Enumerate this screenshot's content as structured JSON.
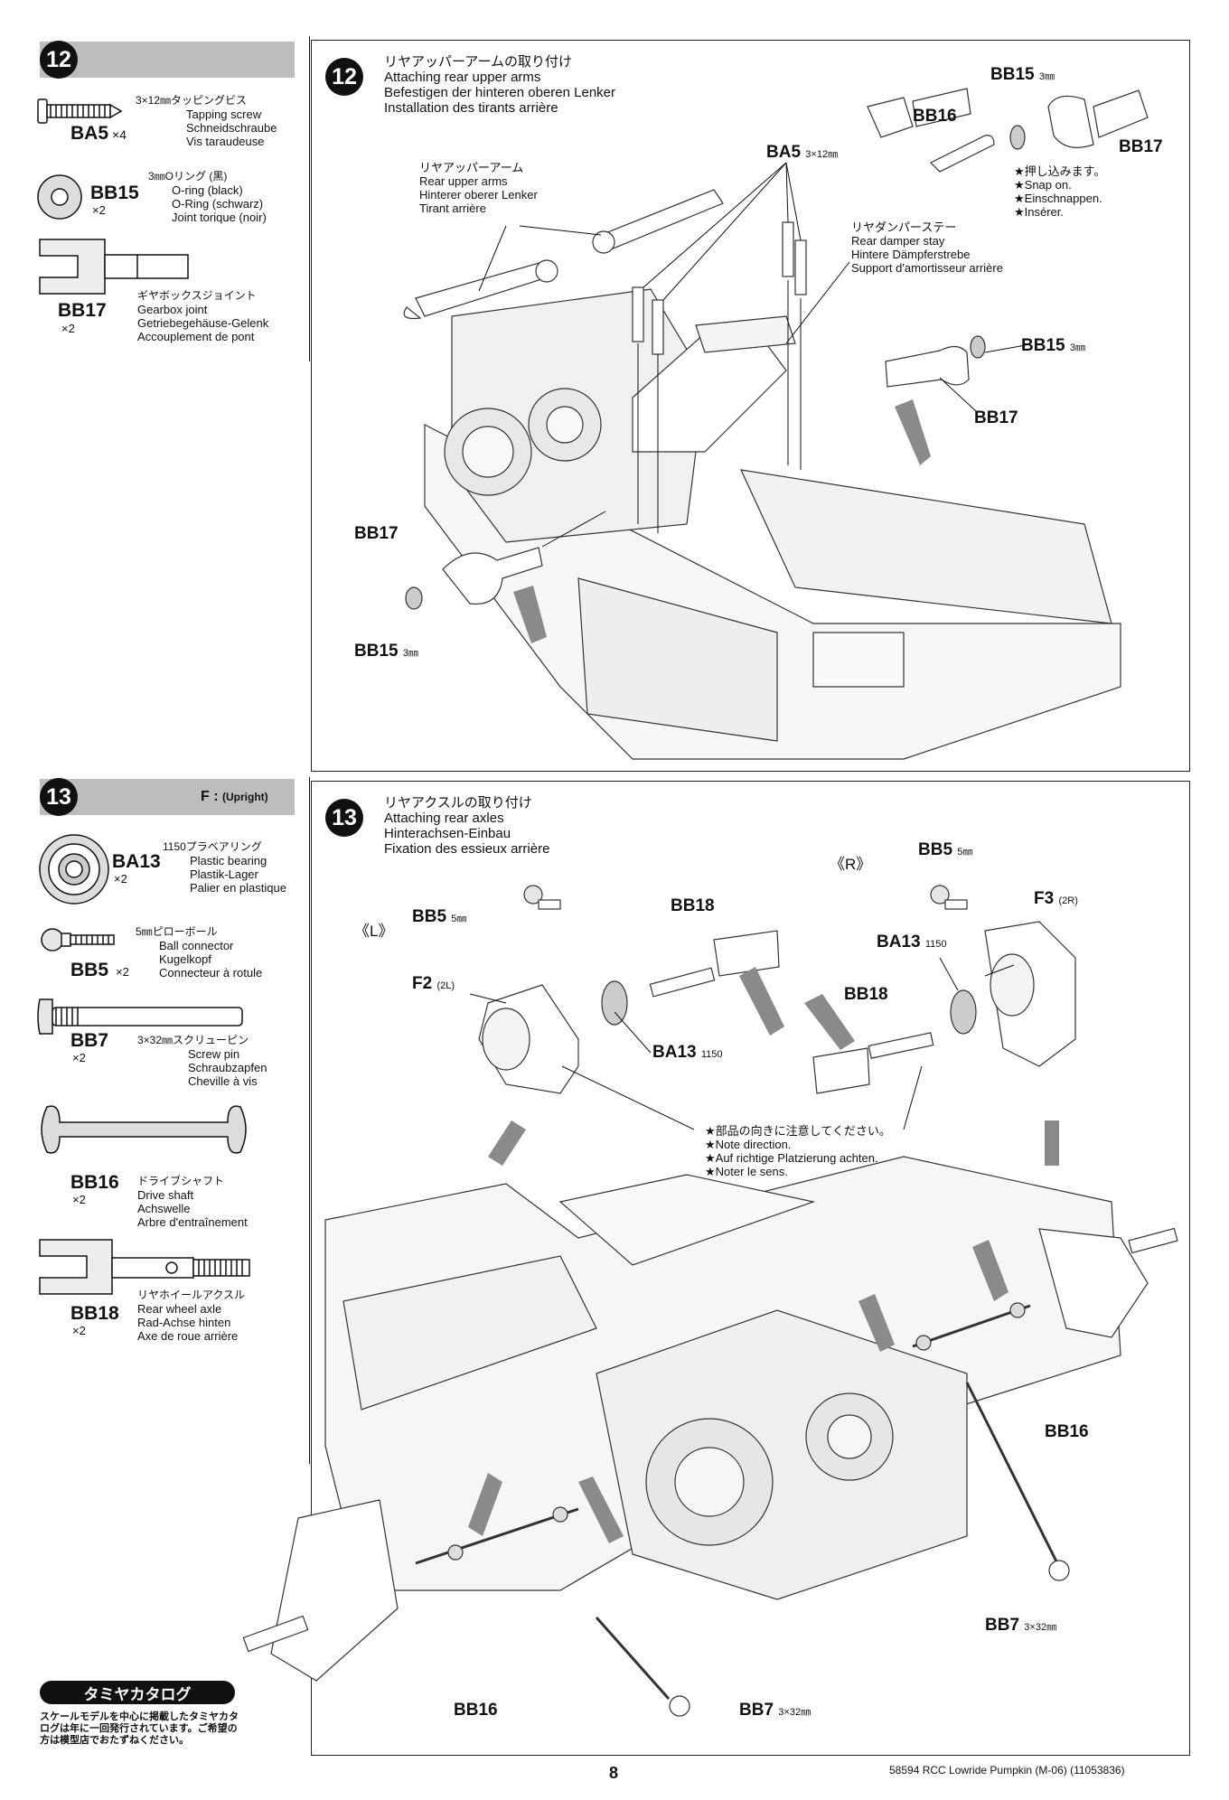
{
  "step12": {
    "number": "12",
    "parts": [
      {
        "code": "BA5",
        "qty": "×4",
        "lines": [
          "3×12㎜タッピングビス",
          "Tapping screw",
          "Schneidschraube",
          "Vis taraudeuse"
        ]
      },
      {
        "code": "BB15",
        "qty": "×2",
        "lines": [
          "3㎜Oリング (黒)",
          "O-ring (black)",
          "O-Ring (schwarz)",
          "Joint torique (noir)"
        ]
      },
      {
        "code": "BB17",
        "qty": "×2",
        "lines": [
          "ギヤボックスジョイント",
          "Gearbox joint",
          "Getriebegehäuse-Gelenk",
          "Accouplement de pont"
        ]
      }
    ],
    "title_jp": "リヤアッパーアームの取り付け",
    "title_en": "Attaching rear upper arms",
    "title_de": "Befestigen der hinteren oberen Lenker",
    "title_fr": "Installation des tirants arrière",
    "arms_label": [
      "リヤアッパーアーム",
      "Rear upper arms",
      "Hinterer oberer Lenker",
      "Tirant arrière"
    ],
    "stay_label": [
      "リヤダンパーステー",
      "Rear damper stay",
      "Hintere Dämpferstrebe",
      "Support d'amortisseur arrière"
    ],
    "snap_note": [
      "★押し込みます。",
      "★Snap on.",
      "★Einschnappen.",
      "★Insérer."
    ],
    "callouts": {
      "ba5": "BA5",
      "ba5_size": "3×12㎜",
      "bb15_top": "BB15",
      "bb15_top_size": "3㎜",
      "bb16": "BB16",
      "bb17_top": "BB17",
      "bb15_right": "BB15",
      "bb15_right_size": "3㎜",
      "bb17_right": "BB17",
      "bb17_left": "BB17",
      "bb15_left": "BB15",
      "bb15_left_size": "3㎜"
    }
  },
  "step13": {
    "number": "13",
    "head_label": "F",
    "head_sub": "(Upright)",
    "parts": [
      {
        "code": "BA13",
        "qty": "×2",
        "lines": [
          "1150プラベアリング",
          "Plastic bearing",
          "Plastik-Lager",
          "Palier en plastique"
        ]
      },
      {
        "code": "BB5",
        "qty": "×2",
        "lines": [
          "5㎜ピローボール",
          "Ball connector",
          "Kugelkopf",
          "Connecteur à rotule"
        ]
      },
      {
        "code": "BB7",
        "qty": "×2",
        "lines": [
          "3×32㎜スクリューピン",
          "Screw pin",
          "Schraubzapfen",
          "Cheville à vis"
        ]
      },
      {
        "code": "BB16",
        "qty": "×2",
        "lines": [
          "ドライブシャフト",
          "Drive shaft",
          "Achswelle",
          "Arbre d'entraînement"
        ]
      },
      {
        "code": "BB18",
        "qty": "×2",
        "lines": [
          "リヤホイールアクスル",
          "Rear wheel axle",
          "Rad-Achse hinten",
          "Axe de roue arrière"
        ]
      }
    ],
    "title_jp": "リヤアクスルの取り付け",
    "title_en": "Attaching rear axles",
    "title_de": "Hinterachsen-Einbau",
    "title_fr": "Fixation des essieux arrière",
    "left_tag": "《L》",
    "right_tag": "《R》",
    "direction_note": [
      "★部品の向きに注意してください。",
      "★Note direction.",
      "★Auf richtige Platzierung achten.",
      "★Noter le sens."
    ],
    "callouts": {
      "bb5_l": "BB5",
      "bb5_l_size": "5㎜",
      "f2": "F2",
      "f2_sub": "(2L)",
      "bb18_top": "BB18",
      "ba13_l": "BA13",
      "ba13_l_size": "1150",
      "bb5_r": "BB5",
      "bb5_r_size": "5㎜",
      "f3": "F3",
      "f3_sub": "(2R)",
      "ba13_r": "BA13",
      "ba13_r_size": "1150",
      "bb18_mid": "BB18",
      "bb16_right": "BB16",
      "bb7_right": "BB7",
      "bb7_right_size": "3×32㎜",
      "bb16_bottom": "BB16",
      "bb7_bottom": "BB7",
      "bb7_bottom_size": "3×32㎜"
    }
  },
  "catalog": {
    "badge": "タミヤカタログ",
    "text": [
      "スケールモデルを中心に掲載したタミヤカタ",
      "ログは年に一回発行されています。ご希望の",
      "方は模型店でおたずねください。"
    ]
  },
  "footer": {
    "page": "8",
    "doc": "58594 RCC  Lowride Pumpkin (M-06)  (11053836)"
  }
}
